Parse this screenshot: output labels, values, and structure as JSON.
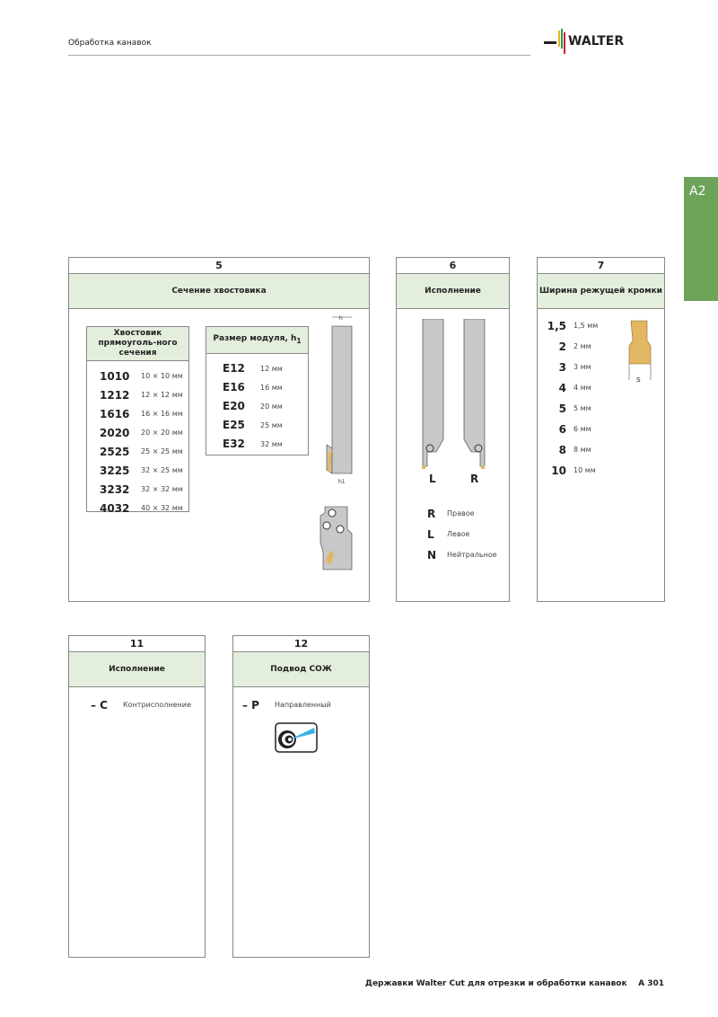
{
  "header": {
    "section": "Обработка канавок",
    "logo": "WALTER"
  },
  "side_tab": "A2",
  "panel5": {
    "number": "5",
    "title": "Сечение хвостовика",
    "shank": {
      "title": "Хвостовик прямоуголь-ного сечения",
      "rows": [
        {
          "code": "1010",
          "value": "10 × 10 мм"
        },
        {
          "code": "1212",
          "value": "12 × 12 мм"
        },
        {
          "code": "1616",
          "value": "16 × 16 мм"
        },
        {
          "code": "2020",
          "value": "20 × 20 мм"
        },
        {
          "code": "2525",
          "value": "25 × 25 мм"
        },
        {
          "code": "3225",
          "value": "32 × 25 мм"
        },
        {
          "code": "3232",
          "value": "32 × 32 мм"
        },
        {
          "code": "4032",
          "value": "40 × 32 мм"
        }
      ]
    },
    "module": {
      "title": "Размер модуля, h",
      "title_sub": "1",
      "rows": [
        {
          "code": "E12",
          "value": "12 мм"
        },
        {
          "code": "E16",
          "value": "16 мм"
        },
        {
          "code": "E20",
          "value": "20 мм"
        },
        {
          "code": "E25",
          "value": "25 мм"
        },
        {
          "code": "E32",
          "value": "32 мм"
        }
      ]
    },
    "dim_h": "h",
    "dim_h1": "h1"
  },
  "panel6": {
    "number": "6",
    "title": "Исполнение",
    "tool_labels": [
      "L",
      "R"
    ],
    "rows": [
      {
        "code": "R",
        "value": "Правое"
      },
      {
        "code": "L",
        "value": "Левое"
      },
      {
        "code": "N",
        "value": "Нейтральное"
      }
    ]
  },
  "panel7": {
    "number": "7",
    "title": "Ширина режущей кромки",
    "dim": "s",
    "rows": [
      {
        "code": "1,5",
        "value": "1,5 мм"
      },
      {
        "code": "2",
        "value": "2 мм"
      },
      {
        "code": "3",
        "value": "3 мм"
      },
      {
        "code": "4",
        "value": "4 мм"
      },
      {
        "code": "5",
        "value": "5 мм"
      },
      {
        "code": "6",
        "value": "6 мм"
      },
      {
        "code": "8",
        "value": "8 мм"
      },
      {
        "code": "10",
        "value": "10 мм"
      }
    ]
  },
  "panel11": {
    "number": "11",
    "title": "Исполнение",
    "code": "– C",
    "value": "Контрисполнение"
  },
  "panel12": {
    "number": "12",
    "title": "Подвод СОЖ",
    "code": "– P",
    "value": "Направленный"
  },
  "footer": {
    "title": "Державки Walter Cut для отрезки и обработки канавок",
    "page": "A 301"
  }
}
